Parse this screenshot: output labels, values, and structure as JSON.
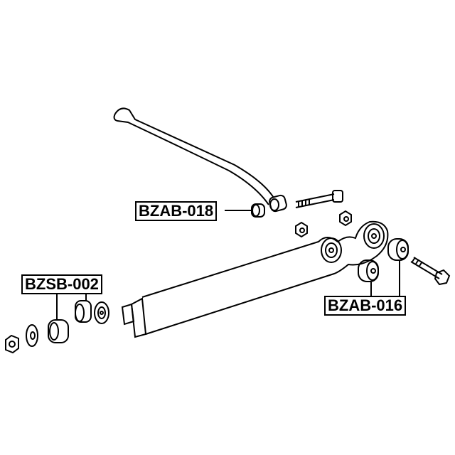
{
  "labels": {
    "upper": "BZAB-018",
    "front": "BZSB-002",
    "rear": "BZAB-016"
  },
  "colors": {
    "line": "#000000",
    "background": "#ffffff"
  }
}
